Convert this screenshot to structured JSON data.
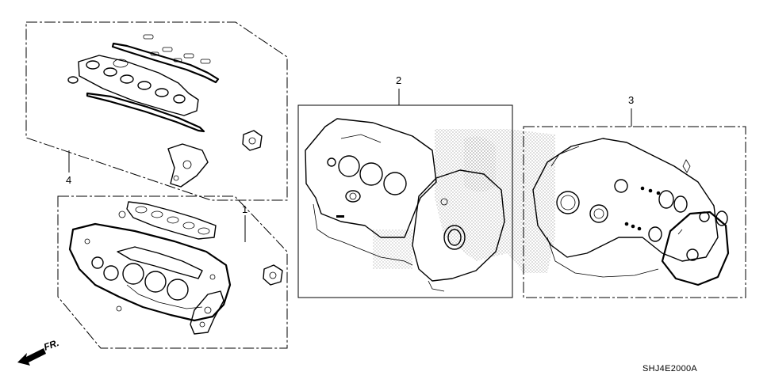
{
  "callouts": {
    "one": "1",
    "two": "2",
    "three": "3",
    "four": "4"
  },
  "front_marker": "FR.",
  "diagram_code": "SHJ4E2000A",
  "colors": {
    "line": "#000000",
    "background": "#ffffff",
    "watermark_dots": "#9a9a9a"
  }
}
